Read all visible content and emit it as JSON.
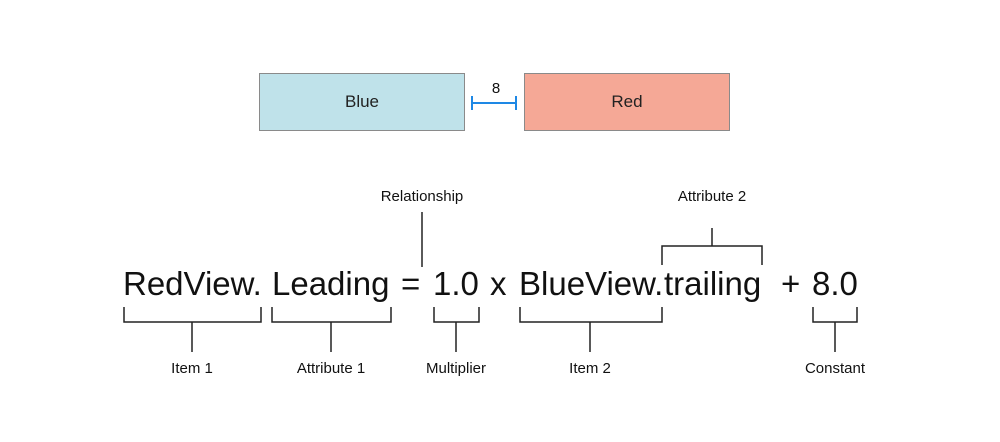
{
  "views": {
    "blue_label": "Blue",
    "red_label": "Red",
    "spacing_value": "8",
    "blue_color": "#bfe2ea",
    "red_color": "#f5a896",
    "spacing_color": "#1e88e5"
  },
  "equation": {
    "item1": "RedView.",
    "attribute1": "Leading",
    "relationship": "=",
    "multiplier": "1.0",
    "times": "x",
    "item2": "BlueView.",
    "attribute2": "trailing",
    "plus": "+",
    "constant": "8.0"
  },
  "annotations": {
    "relationship": "Relationship",
    "attribute2": "Attribute 2",
    "item1": "Item 1",
    "attribute1": "Attribute 1",
    "multiplier": "Multiplier",
    "item2": "Item 2",
    "constant": "Constant"
  }
}
